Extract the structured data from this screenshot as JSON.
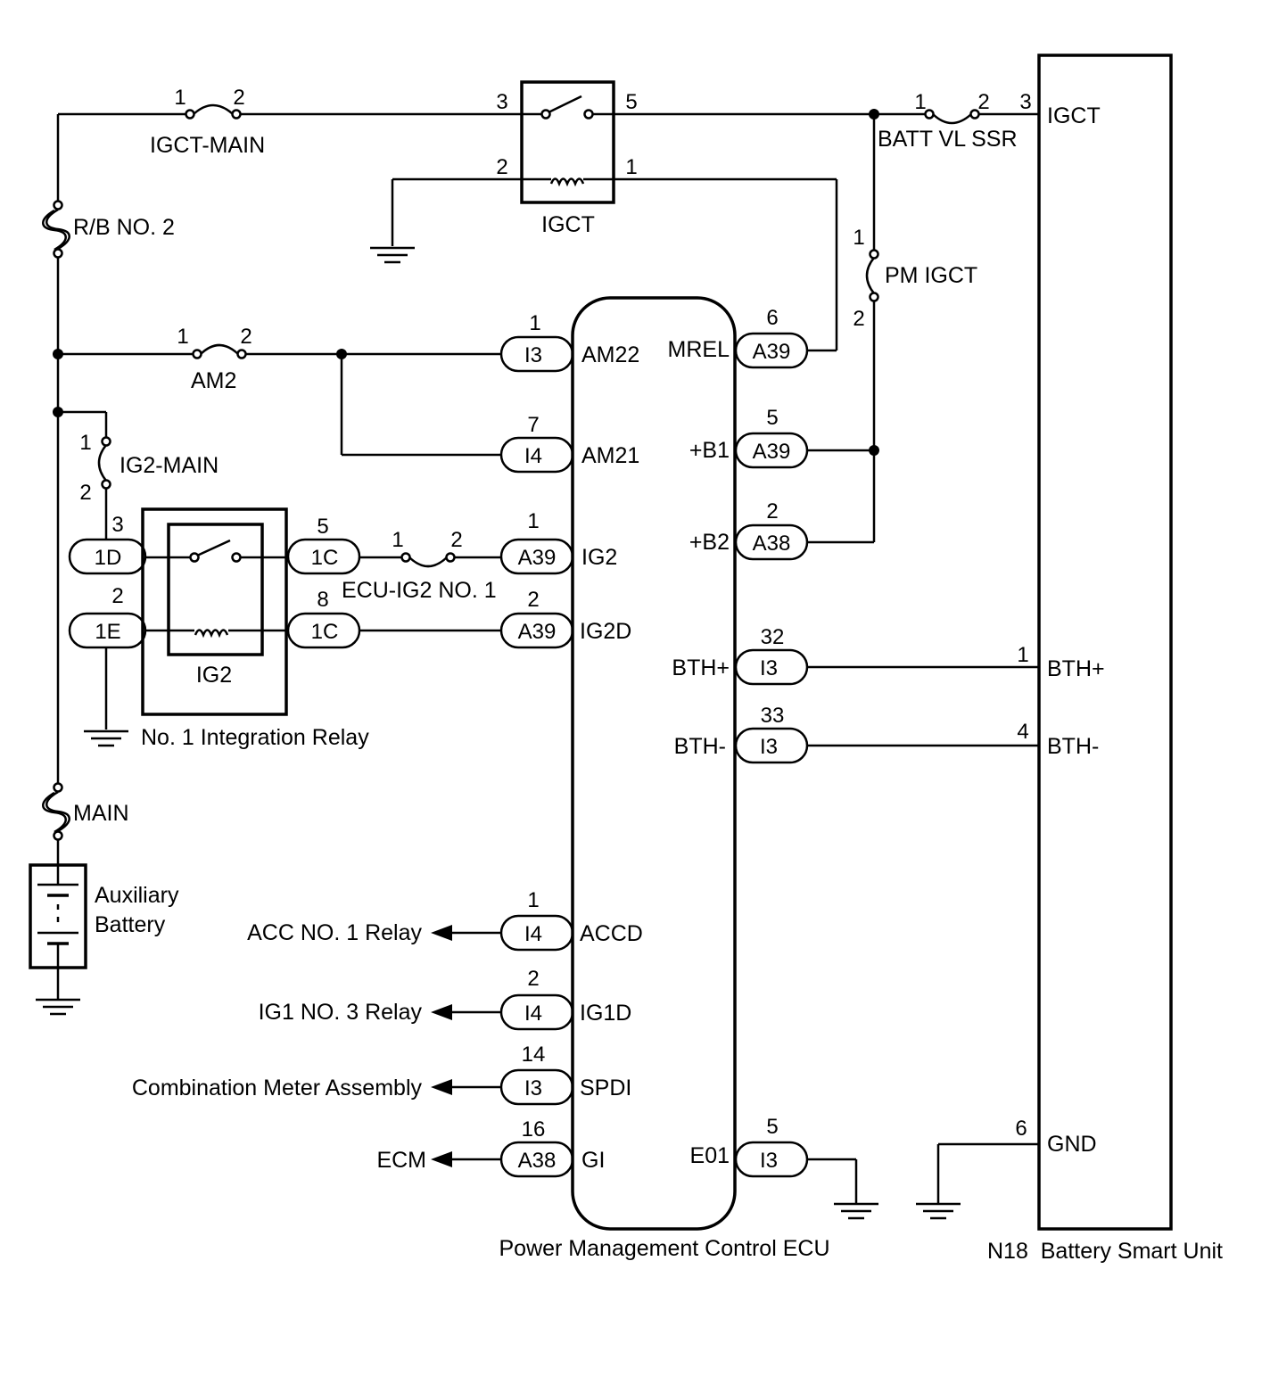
{
  "labels": {
    "igct_main": "IGCT-MAIN",
    "rb_no2": "R/B NO. 2",
    "am2": "AM2",
    "ig2_main": "IG2-MAIN",
    "main": "MAIN",
    "aux_battery_l1": "Auxiliary",
    "aux_battery_l2": "Battery",
    "igct_relay": "IGCT",
    "ig2_relay": "IG2",
    "integration_relay": "No. 1 Integration Relay",
    "ecu_ig2_no1": "ECU-IG2 NO. 1",
    "batt_vl_ssr": "BATT VL SSR",
    "pm_igct": "PM IGCT",
    "ecu": "Power Management Control ECU",
    "battery_smart_unit": "N18  Battery Smart Unit"
  },
  "outputs": {
    "acc_no1_relay": "ACC NO. 1 Relay",
    "ig1_no3_relay": "IG1 NO. 3 Relay",
    "combination_meter": "Combination Meter Assembly",
    "ecm": "ECM"
  },
  "ecu_left_terminals": {
    "am22": {
      "pin": "1",
      "conn": "I3",
      "name": "AM22"
    },
    "am21": {
      "pin": "7",
      "conn": "I4",
      "name": "AM21"
    },
    "ig2": {
      "pin": "1",
      "conn": "A39",
      "name": "IG2"
    },
    "ig2d": {
      "pin": "2",
      "conn": "A39",
      "name": "IG2D"
    },
    "accd": {
      "pin": "1",
      "conn": "I4",
      "name": "ACCD"
    },
    "ig1d": {
      "pin": "2",
      "conn": "I4",
      "name": "IG1D"
    },
    "spdi": {
      "pin": "14",
      "conn": "I3",
      "name": "SPDI"
    },
    "gi": {
      "pin": "16",
      "conn": "A38",
      "name": "GI"
    }
  },
  "ecu_right_terminals": {
    "mrel": {
      "pin": "6",
      "conn": "A39",
      "name": "MREL"
    },
    "b1": {
      "pin": "5",
      "conn": "A39",
      "name": "+B1"
    },
    "b2": {
      "pin": "2",
      "conn": "A38",
      "name": "+B2"
    },
    "bth_plus": {
      "pin": "32",
      "conn": "I3",
      "name": "BTH+"
    },
    "bth_minus": {
      "pin": "33",
      "conn": "I3",
      "name": "BTH-"
    },
    "e01": {
      "pin": "5",
      "conn": "I3",
      "name": "E01"
    }
  },
  "relay_connectors": {
    "d1": {
      "pin": "3",
      "conn": "1D"
    },
    "e1": {
      "pin": "2",
      "conn": "1E"
    },
    "c1_top": {
      "pin": "5",
      "conn": "1C"
    },
    "c1_bottom": {
      "pin": "8",
      "conn": "1C"
    }
  },
  "bsu_terminals": {
    "igct": {
      "pin": "3",
      "name": "IGCT"
    },
    "bth_plus": {
      "pin": "1",
      "name": "BTH+"
    },
    "bth_minus": {
      "pin": "4",
      "name": "BTH-"
    },
    "gnd": {
      "pin": "6",
      "name": "GND"
    }
  },
  "pins": {
    "igct_main_1": "1",
    "igct_main_2": "2",
    "igct_relay_3": "3",
    "igct_relay_5": "5",
    "igct_relay_2": "2",
    "igct_relay_1": "1",
    "am2_1": "1",
    "am2_2": "2",
    "ig2_main_1": "1",
    "ig2_main_2": "2",
    "ecu_ig2_1": "1",
    "ecu_ig2_2": "2",
    "batt_vl_1": "1",
    "batt_vl_2": "2",
    "pm_igct_1": "1",
    "pm_igct_2": "2"
  }
}
